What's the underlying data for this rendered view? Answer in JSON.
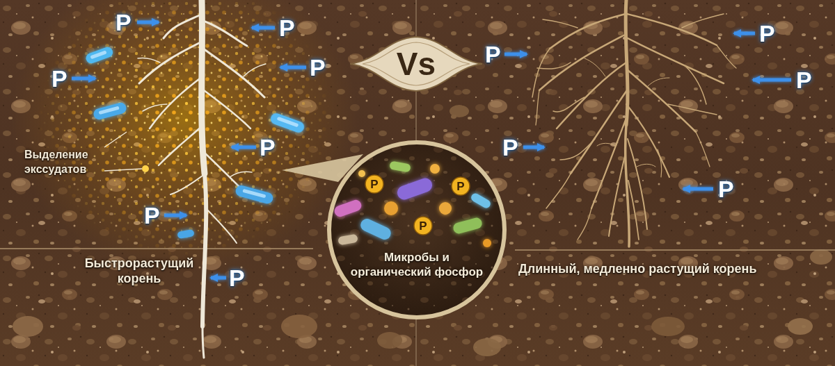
{
  "diagram": {
    "nodes": [
      {
        "text": [
          "Vs"
        ]
      },
      {
        "text": [
          "Микробы и органический фосфор"
        ]
      },
      {
        "text": [
          "P"
        ],
        "in": 1
      },
      {
        "text": [
          "P"
        ],
        "in": 1
      },
      {
        "text": [
          "P"
        ],
        "in": 1
      }
    ],
    "labels": [
      "P",
      "P",
      "P",
      "P",
      "P",
      "P",
      "P",
      "P",
      "P",
      "Выделение экссудатов",
      "P",
      "P",
      "Быстрорастущий корень",
      "Длинный, медленно растущий корень",
      "P"
    ]
  }
}
